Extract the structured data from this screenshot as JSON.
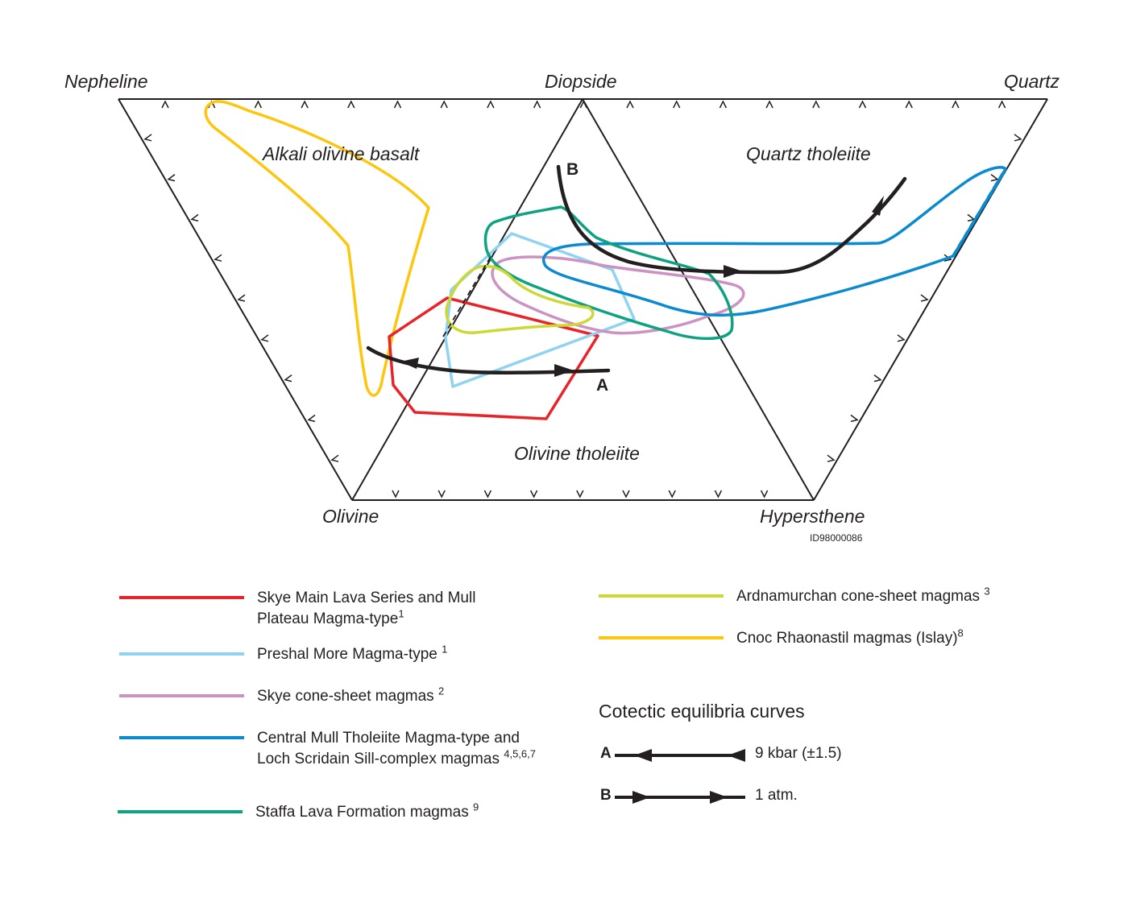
{
  "diagram": {
    "apex_labels": {
      "nepheline": "Nepheline",
      "diopside": "Diopside",
      "quartz": "Quartz",
      "olivine": "Olivine",
      "hypersthene": "Hypersthene"
    },
    "field_labels": {
      "alkali": "Alkali olivine basalt",
      "quartz_tholeiite": "Quartz tholeiite",
      "olivine_tholeiite": "Olivine tholeiite"
    },
    "curve_labels": {
      "a": "A",
      "b": "B"
    },
    "figure_id": "ID98000086"
  },
  "colors": {
    "red": "#e8232a",
    "light_blue": "#8fd3f1",
    "pink": "#cc92c2",
    "blue": "#0a8ad0",
    "green": "#0fa281",
    "yellow_green": "#ccd934",
    "yellow": "#fdc60c",
    "black": "#231f20"
  },
  "legend": {
    "items": [
      {
        "text": "Skye Main Lava Series and Mull Plateau Magma-type",
        "sup": "1",
        "color": "#e8232a"
      },
      {
        "text": "Preshal More Magma-type ",
        "sup": "1",
        "color": "#8fd3f1"
      },
      {
        "text": "Skye cone-sheet magmas ",
        "sup": "2",
        "color": "#cc92c2"
      },
      {
        "text": "Central Mull Tholeiite Magma-type and Loch Scridain Sill-complex magmas ",
        "sup": "4,5,6,7",
        "color": "#0a8ad0"
      },
      {
        "text": "Staffa Lava Formation magmas ",
        "sup": "9",
        "color": "#0fa281"
      },
      {
        "text": "Ardnamurchan cone-sheet magmas ",
        "sup": "3",
        "color": "#ccd934"
      },
      {
        "text": "Cnoc Rhaonastil magmas (Islay)",
        "sup": "8",
        "color": "#fdc60c"
      }
    ],
    "cotectic_heading": "Cotectic equilibria curves",
    "cotectic": [
      {
        "letter": "A",
        "label": "9 kbar (±1.5)"
      },
      {
        "letter": "B",
        "label": "1 atm."
      }
    ]
  }
}
